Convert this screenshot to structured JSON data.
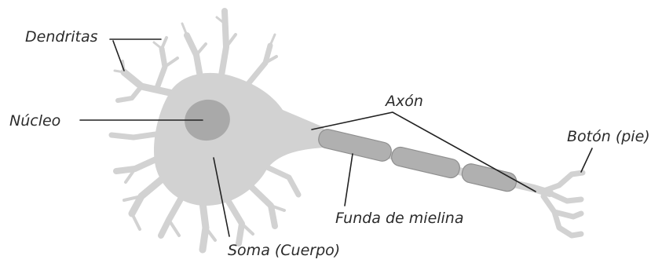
{
  "diagram": {
    "labels": {
      "dendritas": "Dendritas",
      "nucleo": "Núcleo",
      "axon": "Axón",
      "boton": "Botón (pie)",
      "funda": "Funda de mielina",
      "soma": "Soma (Cuerpo)"
    },
    "colors": {
      "cell": "#d2d2d2",
      "nucleus": "#a9a9a9",
      "myelin": "#b0b0b0",
      "myelin_edge": "#8f8f8f",
      "leader": "#222222",
      "text": "#2b2b2b"
    }
  }
}
